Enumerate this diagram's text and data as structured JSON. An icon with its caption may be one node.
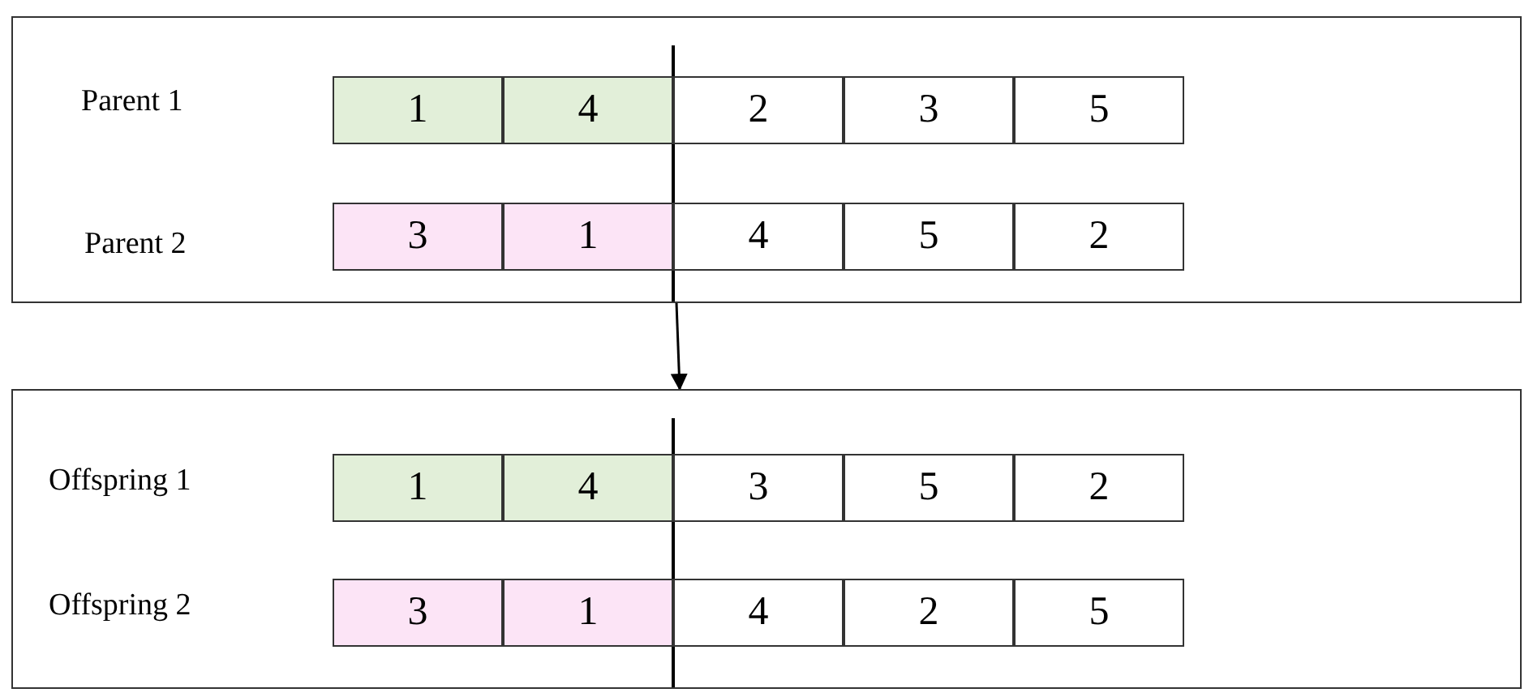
{
  "diagram": {
    "nodes": [
      {
        "text": [],
        "shape": "box"
      },
      {
        "text": [
          "1"
        ],
        "in": 0
      },
      {
        "text": [
          "4"
        ],
        "in": 0
      },
      {
        "text": [
          "2"
        ],
        "in": 0
      },
      {
        "text": [
          "3"
        ],
        "in": 0
      },
      {
        "text": [
          "5"
        ],
        "in": 0
      },
      {
        "text": [
          "3"
        ],
        "in": 0
      },
      {
        "text": [
          "1"
        ],
        "in": 0
      },
      {
        "text": [
          "4"
        ],
        "in": 0
      },
      {
        "text": [
          "5"
        ],
        "in": 0
      },
      {
        "text": [
          "2"
        ],
        "in": 0
      },
      {
        "text": [],
        "shape": "box"
      },
      {
        "text": [
          "1"
        ],
        "in": 11
      },
      {
        "text": [
          "4"
        ],
        "in": 11
      },
      {
        "text": [
          "3"
        ],
        "in": 11
      },
      {
        "text": [
          "5"
        ],
        "in": 11
      },
      {
        "text": [
          "2"
        ],
        "in": 11
      },
      {
        "text": [
          "3"
        ],
        "in": 11
      },
      {
        "text": [
          "1"
        ],
        "in": 11
      },
      {
        "text": [
          "4"
        ],
        "in": 11
      },
      {
        "text": [
          "2"
        ],
        "in": 11
      },
      {
        "text": [
          "5"
        ],
        "in": 11
      }
    ],
    "edges": [
      {
        "from": 0,
        "to": 11,
        "arrow": "to"
      }
    ],
    "labels": [
      "Parent 1",
      "Parent 2",
      "Offspring 1",
      "Offspring 2"
    ]
  }
}
